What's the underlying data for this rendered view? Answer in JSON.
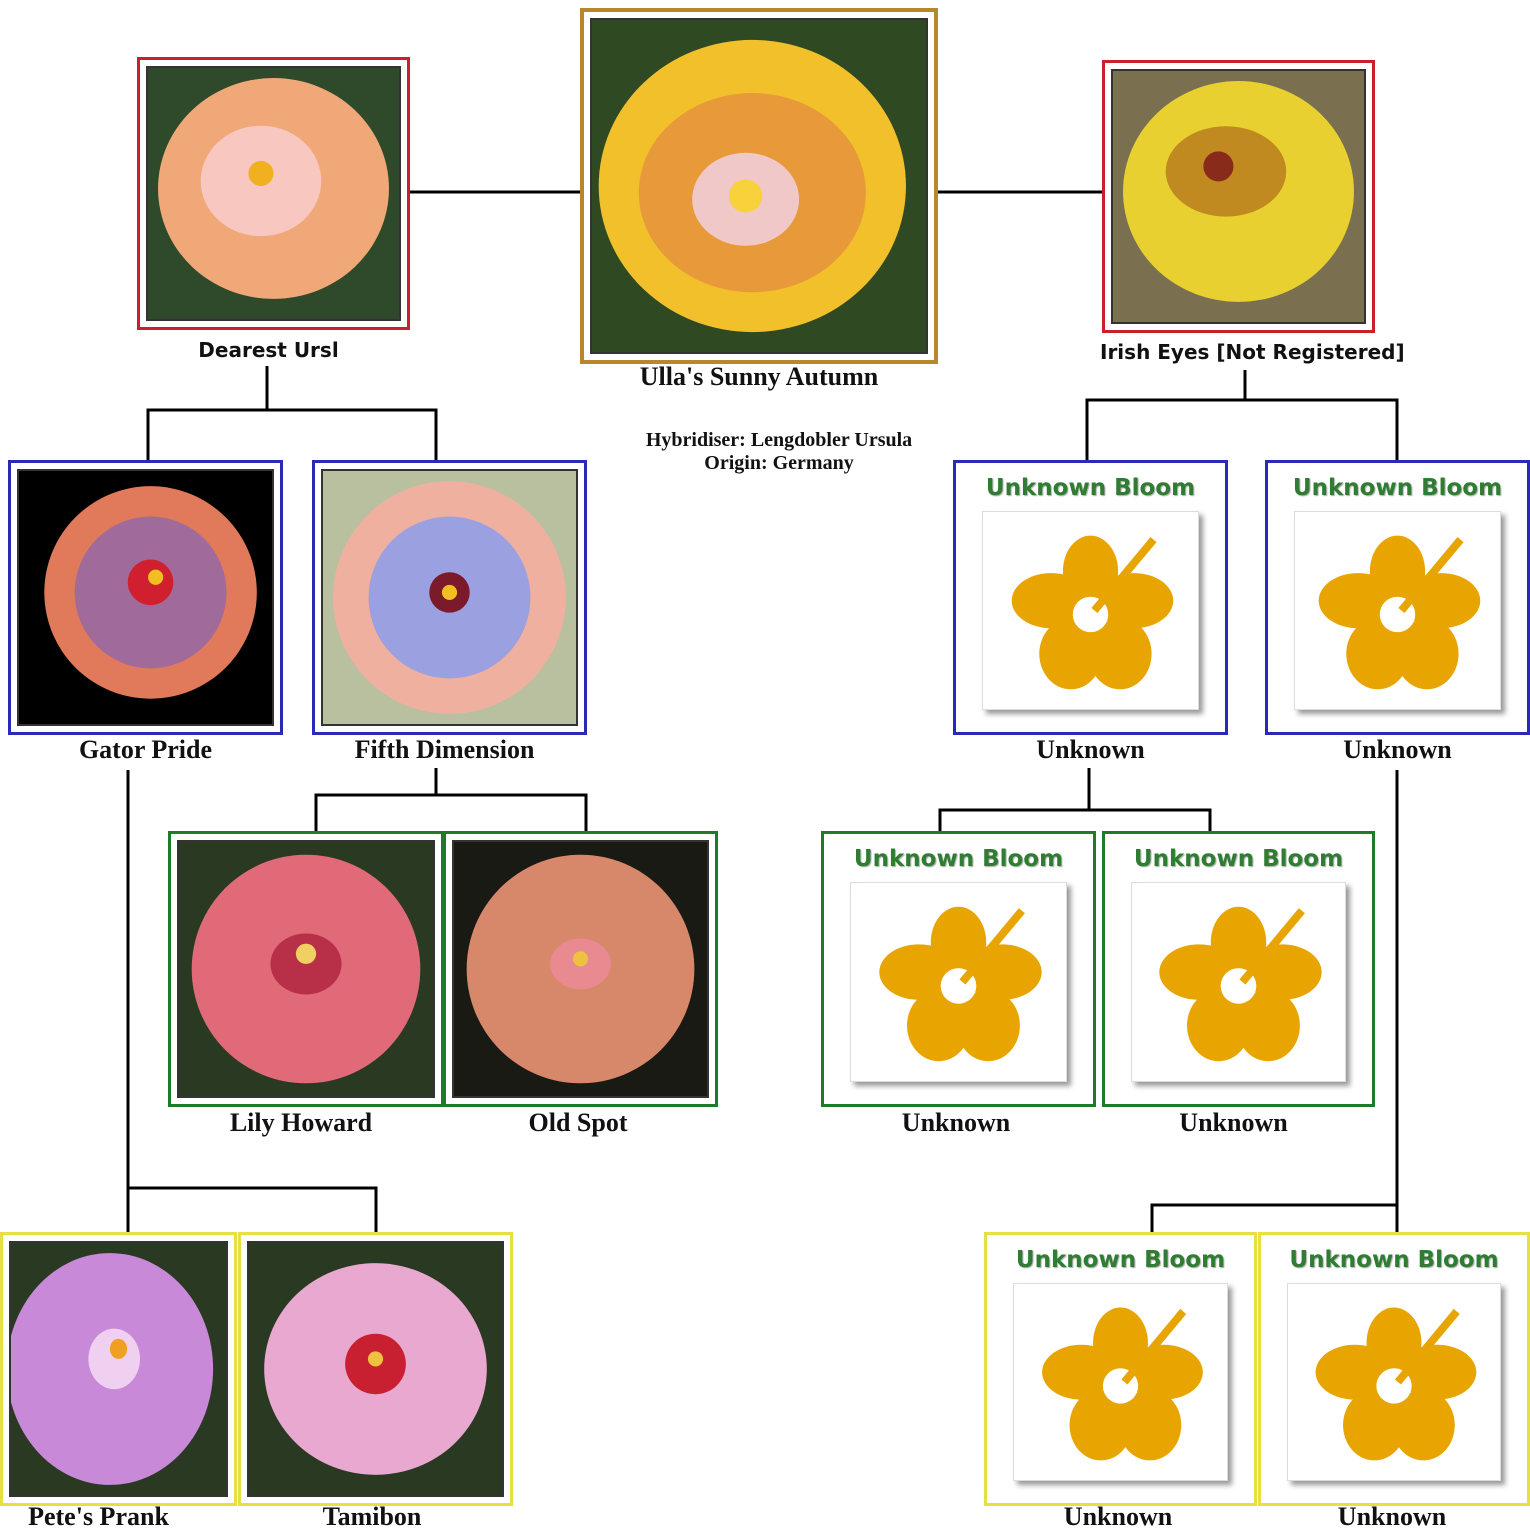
{
  "main": {
    "name": "Ulla's Sunny Autumn",
    "hybridiser": "Hybridiser: Lengdobler Ursula",
    "origin": "Origin: Germany"
  },
  "parents": {
    "seed": {
      "name": "Dearest Ursl"
    },
    "pollen": {
      "name": "Irish Eyes [Not Registered]"
    }
  },
  "grandparents": {
    "gp1": {
      "name": "Gator Pride"
    },
    "gp2": {
      "name": "Fifth Dimension"
    },
    "gp3": {
      "name": "Unknown",
      "placeholder": "Unknown Bloom"
    },
    "gp4": {
      "name": "Unknown",
      "placeholder": "Unknown Bloom"
    }
  },
  "great_grandparents": {
    "g1": {
      "name": "Lily Howard"
    },
    "g2": {
      "name": "Old Spot"
    },
    "g3": {
      "name": "Unknown",
      "placeholder": "Unknown Bloom"
    },
    "g4": {
      "name": "Unknown",
      "placeholder": "Unknown Bloom"
    },
    "g5": {
      "name": "Pete's Prank"
    },
    "g6": {
      "name": "Tamibon"
    },
    "g7": {
      "name": "Unknown",
      "placeholder": "Unknown Bloom"
    },
    "g8": {
      "name": "Unknown",
      "placeholder": "Unknown Bloom"
    }
  },
  "colors": {
    "main_frame": "#b8862b",
    "parent_frame": "#c8202c",
    "grandparent_frame": "#2a2ab8",
    "great_grandparent_frame": "#1f7a2a",
    "great_great_frame": "#e8e040",
    "unknown_bloom": "#e8a400"
  }
}
